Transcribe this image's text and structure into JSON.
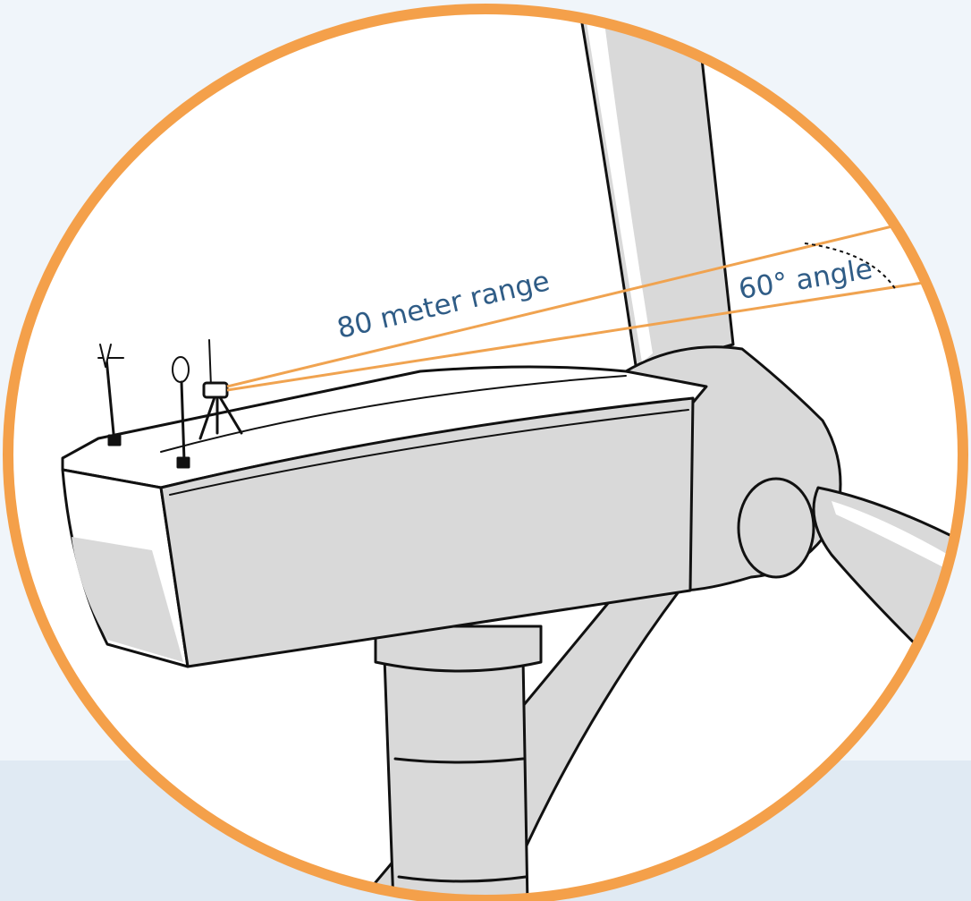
{
  "annotations": {
    "range_label": "80 meter range",
    "angle_label": "60° angle"
  },
  "colors": {
    "background_top": "#f0f5fa",
    "background_bottom": "#e0eaf3",
    "circle_border": "#f4a04a",
    "beam_lines": "#f0a350",
    "label_text": "#2f5c86",
    "turbine_fill": "#d9d9d9",
    "turbine_light": "#ffffff",
    "outline": "#111111"
  },
  "illustration": {
    "subject": "wind-turbine-nacelle-with-lidar"
  }
}
